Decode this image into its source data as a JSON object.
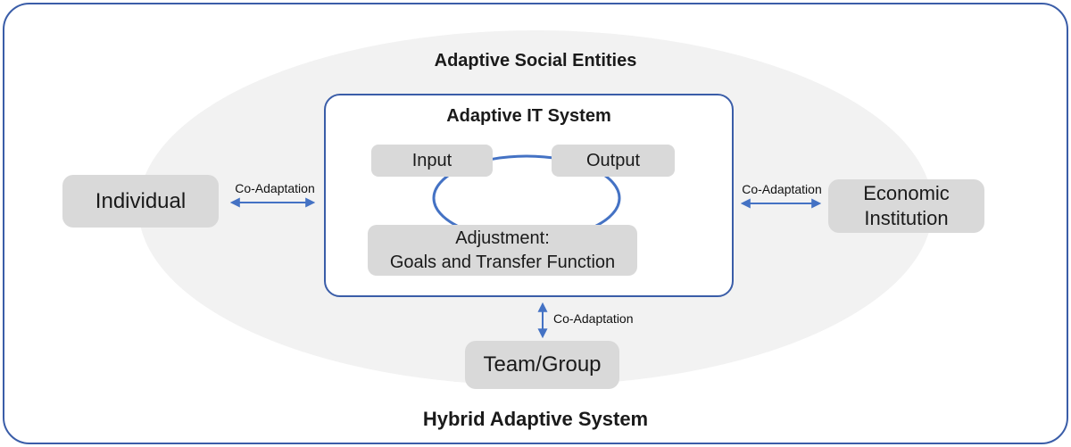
{
  "diagram": {
    "titles": {
      "hybrid": "Hybrid Adaptive System",
      "social": "Adaptive Social Entities",
      "it": "Adaptive IT System"
    },
    "boxes": {
      "individual": "Individual",
      "economic": "Economic Institution",
      "team": "Team/Group",
      "input": "Input",
      "output": "Output",
      "adjustment_line1": "Adjustment:",
      "adjustment_line2": "Goals and Transfer Function"
    },
    "labels": {
      "co_adaptation_left": "Co-Adaptation",
      "co_adaptation_right": "Co-Adaptation",
      "co_adaptation_bottom": "Co-Adaptation"
    },
    "colors": {
      "border_blue": "#3a5da8",
      "accent_blue": "#4472c4",
      "box_gray": "#d9d9d9",
      "ellipse_gray": "#f2f2f2",
      "text": "#1a1a1a"
    }
  }
}
